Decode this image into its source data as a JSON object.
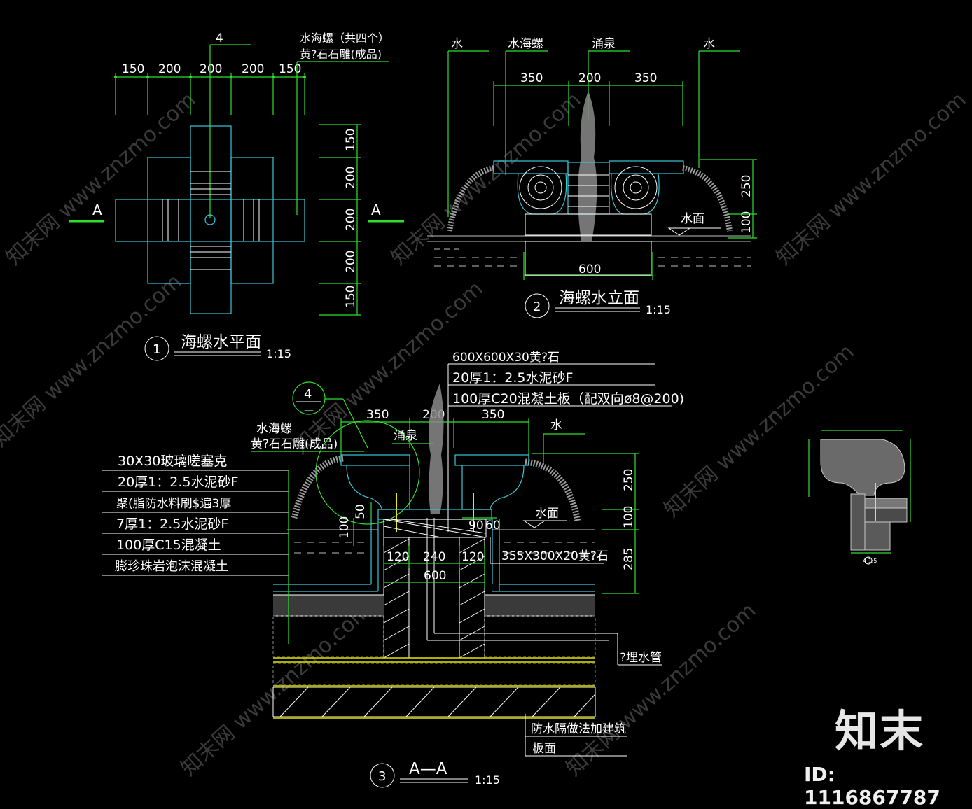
{
  "plan": {
    "dims_top": [
      "150",
      "200",
      "200",
      "200",
      "150"
    ],
    "dims_right": [
      "150",
      "200",
      "200",
      "200",
      "150"
    ],
    "leader_num": "4",
    "note_line1": "水海螺（共四个）",
    "note_line2": "黄?石石雕(成品)",
    "section_mark": "A",
    "circle_no": "1",
    "title": "海螺水平面",
    "scale": "1:15"
  },
  "elevation": {
    "callouts": [
      "水",
      "水海螺",
      "涌泉",
      "水"
    ],
    "dims_top": [
      "350",
      "200",
      "350"
    ],
    "dims_right": [
      "250",
      "100"
    ],
    "water_label": "水面",
    "base_dim": "600",
    "circle_no": "2",
    "title": "海螺水立面",
    "scale": "1:15"
  },
  "section": {
    "top_notes": [
      "600X600X30黄?石",
      "20厚1：2.5水泥砂F",
      "100厚C20混凝土板（配双向ø8@200)"
    ],
    "detail_circle_top": "4",
    "detail_circle_bottom": "—",
    "dims_top": [
      "350",
      "200",
      "350"
    ],
    "callout_left_1": "水海螺",
    "callout_left_2": "黄?石石雕(成品)",
    "callout_spring": "涌泉",
    "callout_water": "水",
    "layers": [
      "30X30玻璃嗟塞克",
      "20厚1：2.5水泥砂F",
      "聚(脂防水料刷$遍3厚",
      "7厚1：2.5水泥砂F",
      "100厚C15混凝土",
      "膨珍珠岩泡沫混凝土"
    ],
    "dims_right": [
      "250",
      "100",
      "285"
    ],
    "water_label": "水面",
    "small_dims": [
      "50",
      "100",
      "90",
      "60"
    ],
    "base_dims": [
      "120",
      "240",
      "120"
    ],
    "base_total": "600",
    "stone_note": "355X300X20黄?石",
    "pipe_note": "?埋水管",
    "bottom_note_1": "防水隔做法加建筑",
    "bottom_note_2": "板面",
    "circle_no": "3",
    "title": "A—A",
    "scale": "1:15"
  },
  "detail": {
    "label": "4 1:5"
  },
  "watermark": "知末网 www.znzmo.com",
  "brand": "知末",
  "image_id": "ID: 1116867787",
  "colors": {
    "background": "#000000",
    "cyan": "#39c6d8",
    "green": "#2ee02e",
    "yellow": "#e8e800",
    "white": "#ffffff"
  }
}
